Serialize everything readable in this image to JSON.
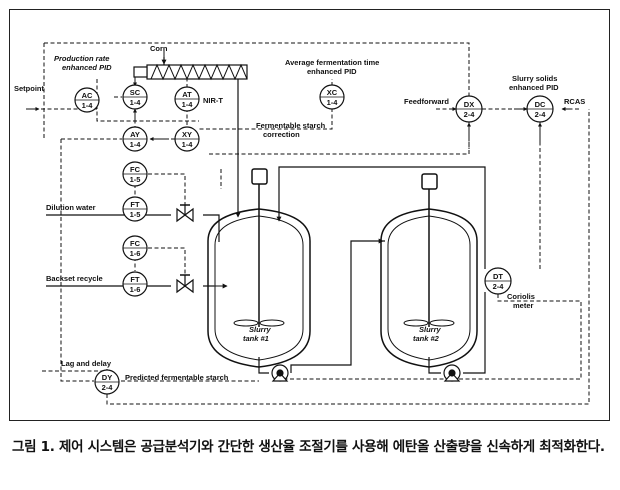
{
  "diagram": {
    "labels": {
      "production_rate_l1": "Production rate",
      "production_rate_l2": "enhanced PID",
      "corn": "Corn",
      "setpoint": "Setpoint",
      "nir_t": "NIR-T",
      "avg_ferm_l1": "Average fermentation time",
      "avg_ferm_l2": "enhanced PID",
      "fermentable_starch_l1": "Fermentable starch",
      "fermentable_starch_l2": "correction",
      "feedforward": "Feedforward",
      "slurry_solids_l1": "Slurry solids",
      "slurry_solids_l2": "enhanced PID",
      "rcas": "RCAS",
      "dilution_water": "Dilution water",
      "backset_recycle": "Backset recycle",
      "coriolis_l1": "Coriolis",
      "coriolis_l2": "meter",
      "slurry_tank1_l1": "Slurry",
      "slurry_tank1_l2": "tank #1",
      "slurry_tank2_l1": "Slurry",
      "slurry_tank2_l2": "tank #2",
      "lag_delay": "Lag and delay",
      "predicted_starch": "Predicted fermentable starch"
    },
    "instruments": {
      "ac": {
        "tag": "AC",
        "loop": "1-4"
      },
      "sc": {
        "tag": "SC",
        "loop": "1-4"
      },
      "at": {
        "tag": "AT",
        "loop": "1-4"
      },
      "xc": {
        "tag": "XC",
        "loop": "1-4"
      },
      "dx": {
        "tag": "DX",
        "loop": "2-4"
      },
      "dc": {
        "tag": "DC",
        "loop": "2-4"
      },
      "ay": {
        "tag": "AY",
        "loop": "1-4"
      },
      "xy": {
        "tag": "XY",
        "loop": "1-4"
      },
      "fc15": {
        "tag": "FC",
        "loop": "1-5"
      },
      "ft15": {
        "tag": "FT",
        "loop": "1-5"
      },
      "fc16": {
        "tag": "FC",
        "loop": "1-6"
      },
      "ft16": {
        "tag": "FT",
        "loop": "1-6"
      },
      "dt": {
        "tag": "DT",
        "loop": "2-4"
      },
      "dy": {
        "tag": "DY",
        "loop": "2-4"
      }
    }
  },
  "caption": "그림 1. 제어 시스템은 공급분석기와 간단한 생산율 조절기를 사용해 에탄올 산출량을 신속하게 최적화한다."
}
